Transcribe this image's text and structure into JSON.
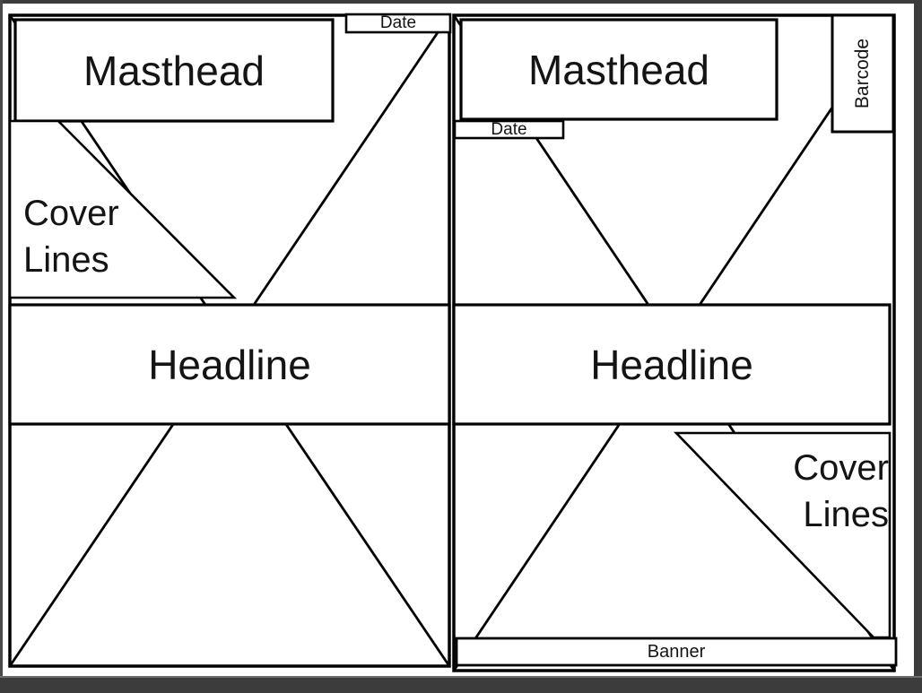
{
  "figure": {
    "type": "magazine-front-cover-layout-wireframe",
    "pages": {
      "left": {
        "masthead_label": "Masthead",
        "date_label": "Date",
        "cover_lines_line1": "Cover",
        "cover_lines_line2": "Lines",
        "headline_label": "Headline"
      },
      "right": {
        "masthead_label": "Masthead",
        "date_label": "Date",
        "barcode_label": "Barcode",
        "headline_label": "Headline",
        "cover_lines_line1": "Cover",
        "cover_lines_line2": "Lines",
        "banner_label": "Banner"
      }
    },
    "colors": {
      "line": "#000000",
      "text": "#141414",
      "paper": "#ffffff",
      "chrome": "#3c3c3c"
    }
  }
}
